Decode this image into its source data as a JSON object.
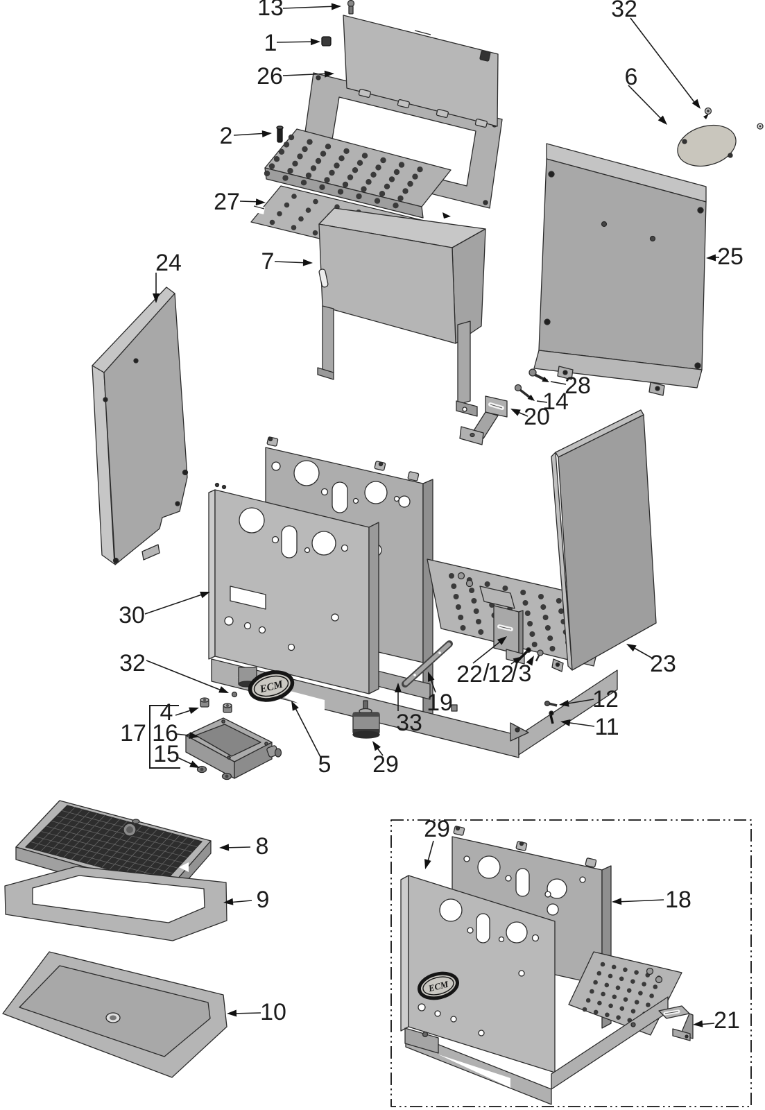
{
  "figure": {
    "type": "exploded-parts-diagram",
    "subject": "espresso machine chassis and panel assembly",
    "badge_text": "ECM"
  },
  "colors": {
    "part_fill": "#b5b5b5",
    "part_light": "#c9c9c9",
    "part_dark": "#979797",
    "outline": "#2b2b2b",
    "hole_dark": "#3a3a3a",
    "label_text": "#1b1b1b",
    "grid_mesh": "#2d2d2d",
    "background": "#ffffff"
  },
  "callouts": [
    {
      "num": "13",
      "part": "screw"
    },
    {
      "num": "1",
      "part": "cap-nut"
    },
    {
      "num": "26",
      "part": "cup-tray-lid"
    },
    {
      "num": "2",
      "part": "pin"
    },
    {
      "num": "27",
      "part": "perforated-sheet"
    },
    {
      "num": "7",
      "part": "electronics-cover"
    },
    {
      "num": "24",
      "part": "left-side-panel"
    },
    {
      "num": "32",
      "part": "screw"
    },
    {
      "num": "6",
      "part": "oval-cover-plate"
    },
    {
      "num": "25",
      "part": "rear-panel"
    },
    {
      "num": "28",
      "part": "screw"
    },
    {
      "num": "14",
      "part": "screw"
    },
    {
      "num": "20",
      "part": "bracket"
    },
    {
      "num": "30",
      "part": "main-frame"
    },
    {
      "num": "32",
      "part": "screw"
    },
    {
      "num": "4",
      "part": "bolt"
    },
    {
      "num": "17",
      "part": "drain-box-assembly"
    },
    {
      "num": "16",
      "part": "drain-box"
    },
    {
      "num": "15",
      "part": "nut"
    },
    {
      "num": "5",
      "part": "ecm-badge"
    },
    {
      "num": "29",
      "part": "machine-foot"
    },
    {
      "num": "33",
      "part": "base-frame"
    },
    {
      "num": "19",
      "part": "trim-strip"
    },
    {
      "num": "22",
      "part": "support-bracket"
    },
    {
      "num": "/",
      "part": "separator"
    },
    {
      "num": "12",
      "part": "screw"
    },
    {
      "num": "/",
      "part": "separator"
    },
    {
      "num": "3",
      "part": "screw"
    },
    {
      "num": "23",
      "part": "right-side-panel"
    },
    {
      "num": "12",
      "part": "screw"
    },
    {
      "num": "11",
      "part": "screw"
    },
    {
      "num": "8",
      "part": "drip-tray-grid"
    },
    {
      "num": "9",
      "part": "drip-tray-frame"
    },
    {
      "num": "10",
      "part": "drip-tray-pan"
    },
    {
      "num": "29",
      "part": "machine-foot"
    },
    {
      "num": "18",
      "part": "frame-assembly"
    },
    {
      "num": "21",
      "part": "bracket"
    }
  ]
}
